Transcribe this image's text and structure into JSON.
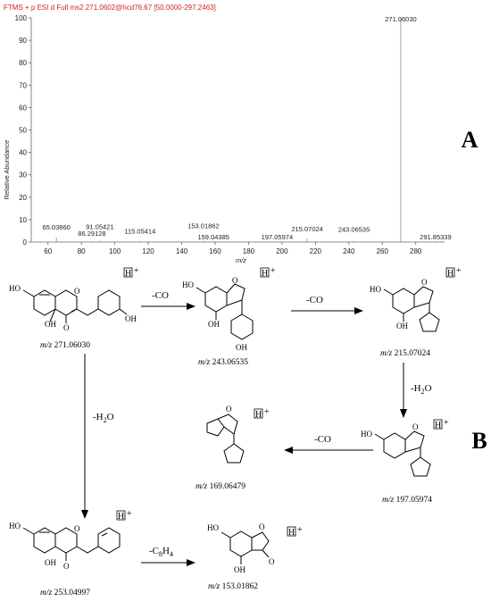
{
  "panel_labels": {
    "a": "A",
    "b": "B"
  },
  "chart_data": {
    "type": "bar",
    "title": "FTMS + p ESI d Full ms2 271.0602@hcd76.67 [50.0000-297.2463]",
    "xlabel": "m/z",
    "ylabel": "Relative Abundance",
    "xlim": [
      50,
      297.2463
    ],
    "ylim": [
      0,
      100
    ],
    "x_ticks": [
      60,
      80,
      100,
      120,
      140,
      160,
      180,
      200,
      220,
      240,
      260,
      280
    ],
    "y_ticks": [
      0,
      10,
      20,
      30,
      40,
      50,
      60,
      70,
      80,
      90,
      100
    ],
    "grid": false,
    "peaks": [
      {
        "mz": 65.0386,
        "label": "65.03860",
        "intensity": 2.0
      },
      {
        "mz": 86.29128,
        "label": "86.29128",
        "intensity": 0.3
      },
      {
        "mz": 91.05421,
        "label": "91.05421",
        "intensity": 0.6
      },
      {
        "mz": 115.05414,
        "label": "115.05414",
        "intensity": 0.5
      },
      {
        "mz": 153.01862,
        "label": "153.01862",
        "intensity": 0.6
      },
      {
        "mz": 159.04385,
        "label": "159.04385",
        "intensity": 0.4
      },
      {
        "mz": 197.05974,
        "label": "197.05974",
        "intensity": 0.4
      },
      {
        "mz": 215.07024,
        "label": "215.07024",
        "intensity": 1.6
      },
      {
        "mz": 243.06535,
        "label": "243.06535",
        "intensity": 0.5
      },
      {
        "mz": 271.0603,
        "label": "271.06030",
        "intensity": 100
      },
      {
        "mz": 291.85339,
        "label": "291.85339",
        "intensity": 0.3
      }
    ]
  },
  "scheme": {
    "ion_mark": "H",
    "ion_charge": "+",
    "fragments": [
      {
        "mz_prefix": "m/z",
        "value": "271.06030"
      },
      {
        "mz_prefix": "m/z",
        "value": "243.06535"
      },
      {
        "mz_prefix": "m/z",
        "value": "215.07024"
      },
      {
        "mz_prefix": "m/z",
        "value": "197.05974"
      },
      {
        "mz_prefix": "m/z",
        "value": "169.06479"
      },
      {
        "mz_prefix": "m/z",
        "value": "253.04997"
      },
      {
        "mz_prefix": "m/z",
        "value": "153.01862"
      }
    ],
    "losses": [
      {
        "text": "-CO"
      },
      {
        "text": "-CO"
      },
      {
        "text": "-H",
        "sub": "2",
        "after": "O"
      },
      {
        "text": "-CO"
      },
      {
        "text": "-H",
        "sub": "2",
        "after": "O"
      },
      {
        "text": "-C",
        "sub": "8",
        "after": "H",
        "sub2": "4"
      }
    ],
    "atom_labels": {
      "oh": "OH",
      "ho": "HO",
      "o": "O"
    }
  }
}
